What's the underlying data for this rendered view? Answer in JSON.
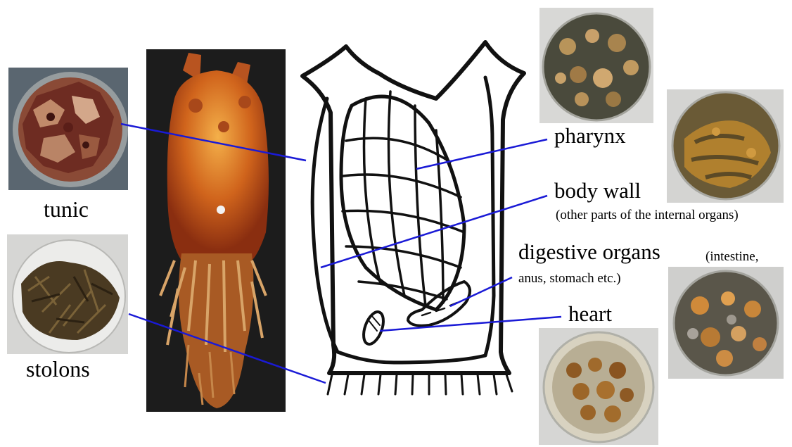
{
  "labels": {
    "tunic": "tunic",
    "stolons": "stolons",
    "pharynx": "pharynx",
    "body_wall": "body wall",
    "body_wall_note": "(other parts of the internal organs)",
    "digestive": "digestive organs",
    "digestive_note_1": "(intestine,",
    "digestive_note_2": "anus, stomach etc.)",
    "heart": "heart"
  },
  "colors": {
    "leader_line": "#1a1ad6",
    "sketch_ink": "#111111",
    "specimen_bg": "#1c1c1c",
    "specimen_body": "#d0641c"
  },
  "photos": [
    "tunic-sample-photo",
    "stolons-sample-photo",
    "ascidian-specimen-photo",
    "pharynx-sample-photo",
    "body-wall-sample-photo",
    "digestive-organs-sample-photo",
    "heart-sample-photo"
  ]
}
